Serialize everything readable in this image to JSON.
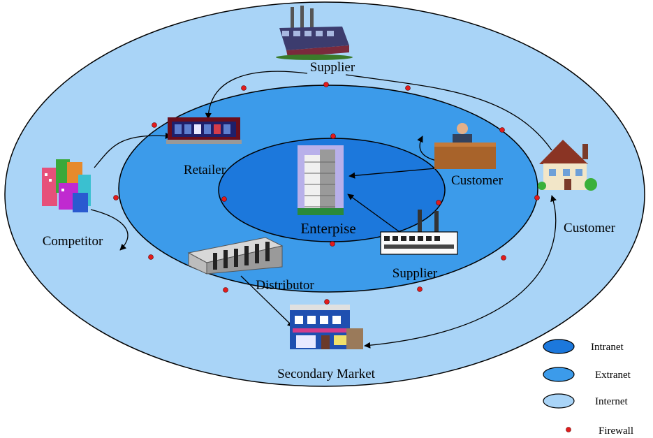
{
  "zones": {
    "internet": {
      "label": "Internet",
      "color": "#a9d4f7"
    },
    "extranet": {
      "label": "Extranet",
      "color": "#3c9bea"
    },
    "intranet": {
      "label": "Intranet",
      "color": "#1c78dc"
    }
  },
  "nodes": {
    "enterprise": "Enterpise",
    "supplier_outer": "Supplier",
    "retailer": "Retailer",
    "competitor": "Competitor",
    "customer_inner": "Customer",
    "customer_outer": "Customer",
    "supplier_inner": "Supplier",
    "distributor": "Distributor",
    "secondary_market": "Secondary Market"
  },
  "legend": {
    "intranet": "Intranet",
    "extranet": "Extranet",
    "internet": "Internet",
    "firewall": "Firewall"
  },
  "colors": {
    "firewall": "#e21b1b",
    "line": "#000000"
  }
}
